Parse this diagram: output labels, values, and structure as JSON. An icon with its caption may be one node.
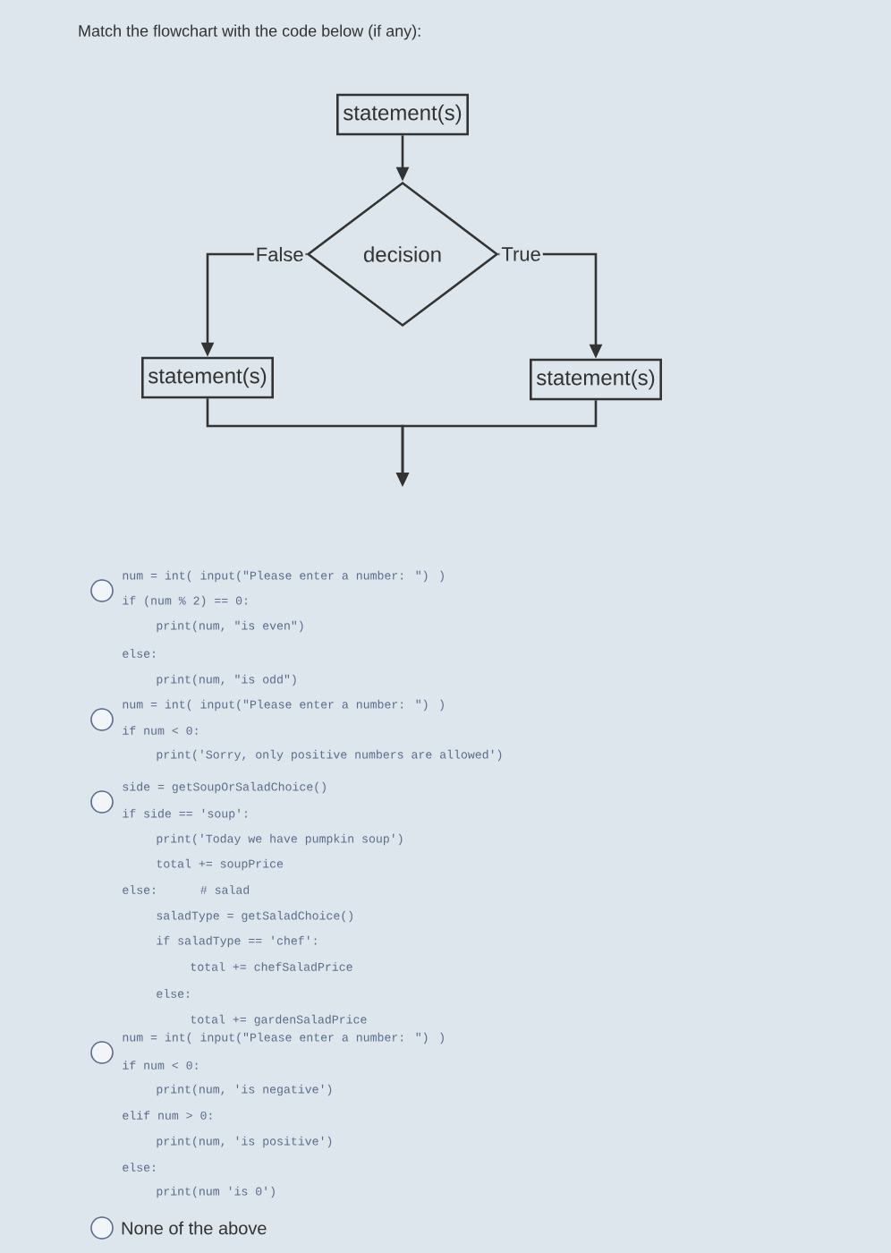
{
  "diagram": {
    "title": "Match the flowchart with the code below (if any):",
    "nodes": [
      {
        "text": [
          "statement(s)"
        ]
      },
      {
        "text": [
          "decision"
        ]
      },
      {
        "text": [
          "statement(s)"
        ]
      },
      {
        "text": [
          "statement(s)"
        ]
      }
    ],
    "edges": [
      {
        "from": 0,
        "to": 1,
        "arrow": "to"
      },
      {
        "from": 1,
        "to": 2,
        "arrow": "to",
        "label": "False"
      },
      {
        "from": 1,
        "to": 3,
        "arrow": "to",
        "label": "True"
      },
      {
        "from": 2,
        "to": null,
        "arrow": "to"
      },
      {
        "from": 3,
        "to": null,
        "arrow": "to"
      }
    ],
    "labels": [
      "num = int( input(\"Please enter a number: \") )",
      "if (num % 2) == 0:",
      "print(num, \"is even\")",
      "else:",
      "print(num, \"is odd\")",
      "num = int( input(\"Please enter a number: \") )",
      "if num < 0:",
      "print('Sorry, only positive numbers are allowed')",
      "side = getSoupOrSaladChoice()",
      "if side == 'soup':",
      "print('Today we have pumpkin soup')",
      "total += soupPrice",
      "else:",
      "# salad",
      "saladType = getSaladChoice()",
      "if saladType == 'chef':",
      "total += chefSaladPrice",
      "else:",
      "total += gardenSaladPrice",
      "num = int( input(\"Please enter a number: \") )",
      "if num < 0:",
      "print(num, 'is negative')",
      "elif num > 0:",
      "print(num, 'is positive')",
      "else:",
      "print(num 'is 0')",
      "None of the above"
    ]
  }
}
